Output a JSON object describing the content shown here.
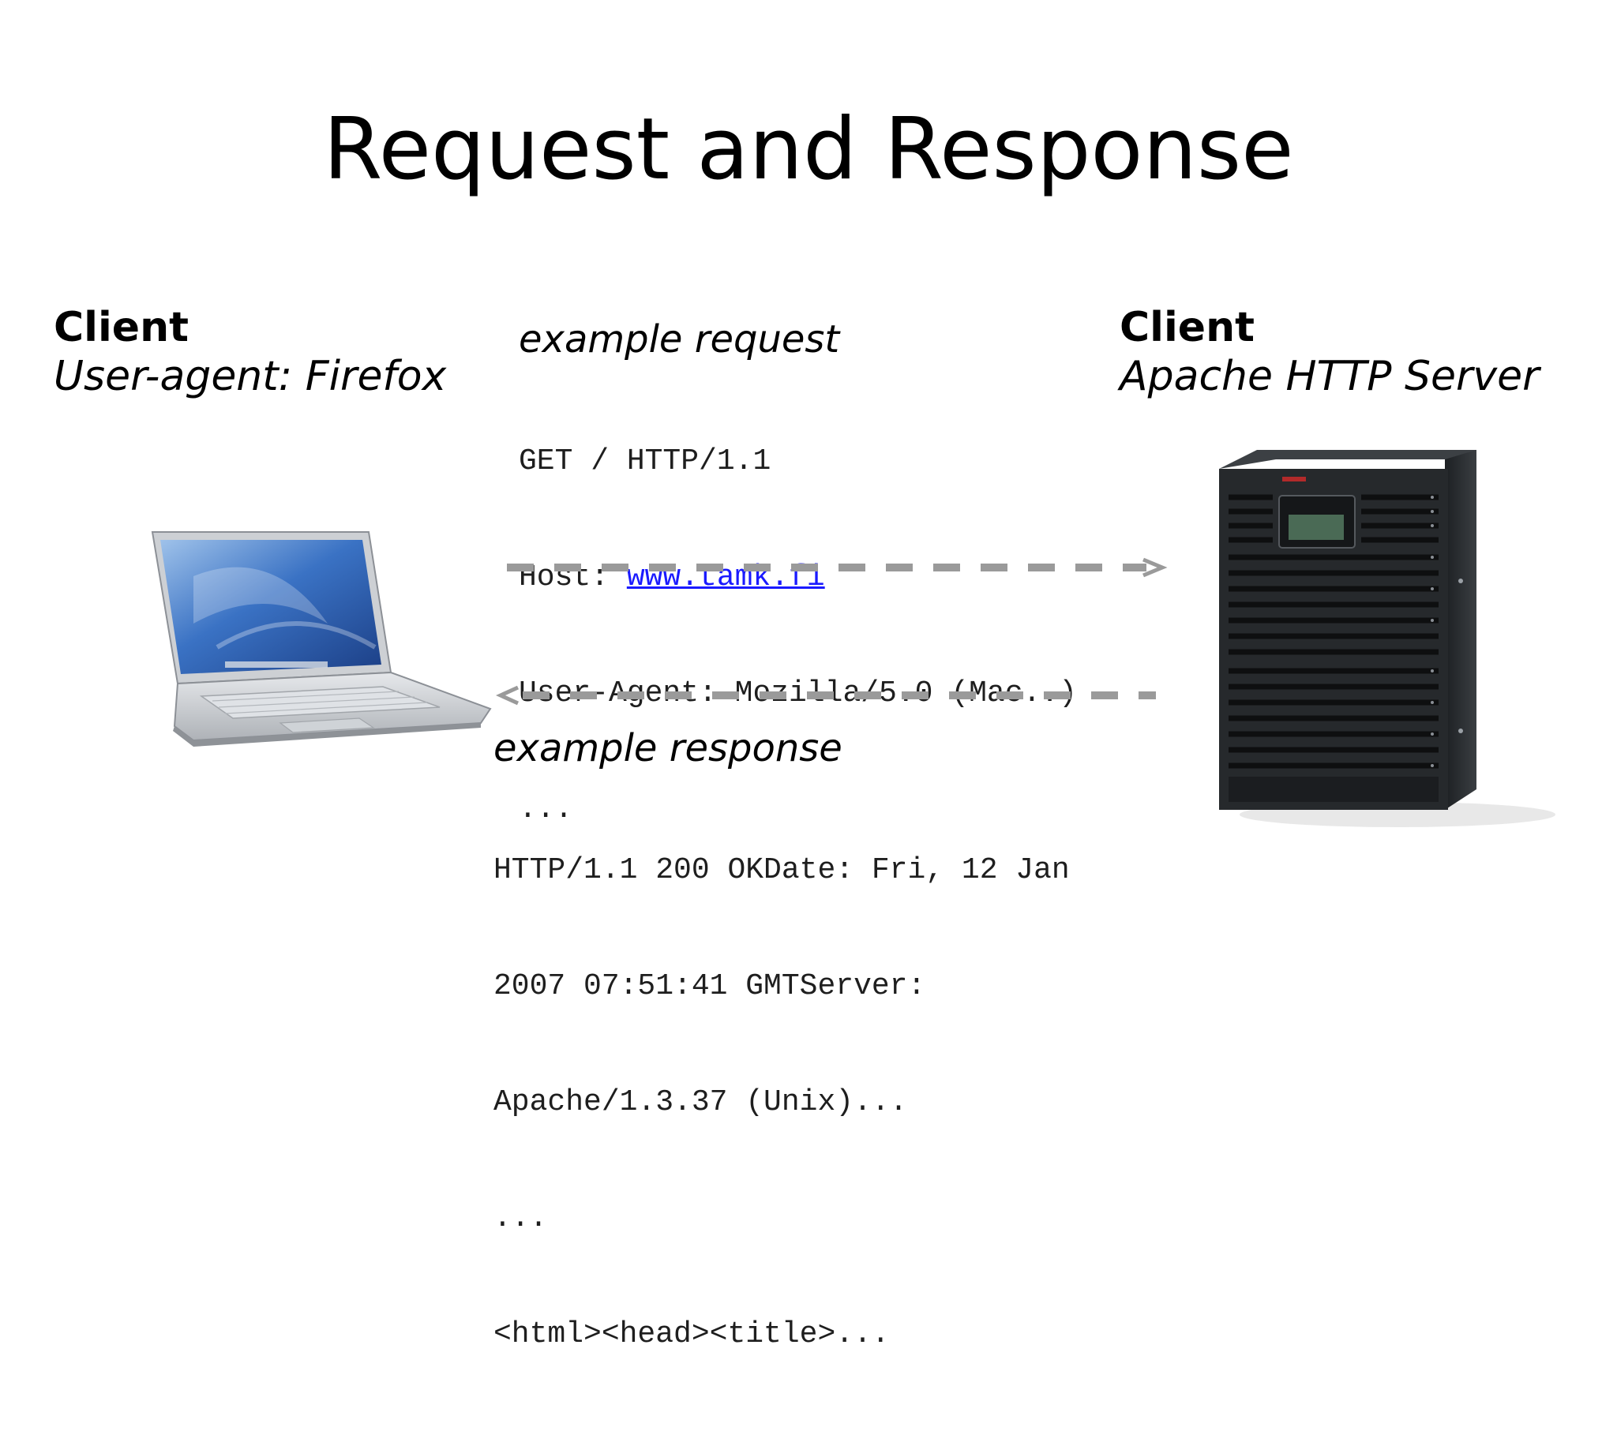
{
  "title": "Request and Response",
  "left_role": {
    "heading": "Client",
    "subtitle": "User-agent: Firefox"
  },
  "right_role": {
    "heading": "Client",
    "subtitle": "Apache HTTP Server"
  },
  "request": {
    "label": "example request",
    "line1": "GET / HTTP/1.1",
    "host_key": "Host: ",
    "host_link": "www.tamk.fi",
    "line3": "User-Agent: Mozilla/5.0 (Mac..)",
    "line4": "..."
  },
  "response": {
    "label": "example response",
    "line1": "HTTP/1.1 200 OKDate: Fri, 12 Jan",
    "line2": "2007 07:51:41 GMTServer:",
    "line3": "Apache/1.3.37 (Unix)...",
    "line4": "...",
    "line5": "<html><head><title>..."
  },
  "colors": {
    "arrow": "#9a9a9a",
    "link": "#1a1aff",
    "server_body": "#26292c",
    "laptop_body": "#cdd0d4",
    "laptop_screen": "#3a72c4"
  },
  "icons": {
    "client": "laptop-icon",
    "server": "server-icon"
  }
}
